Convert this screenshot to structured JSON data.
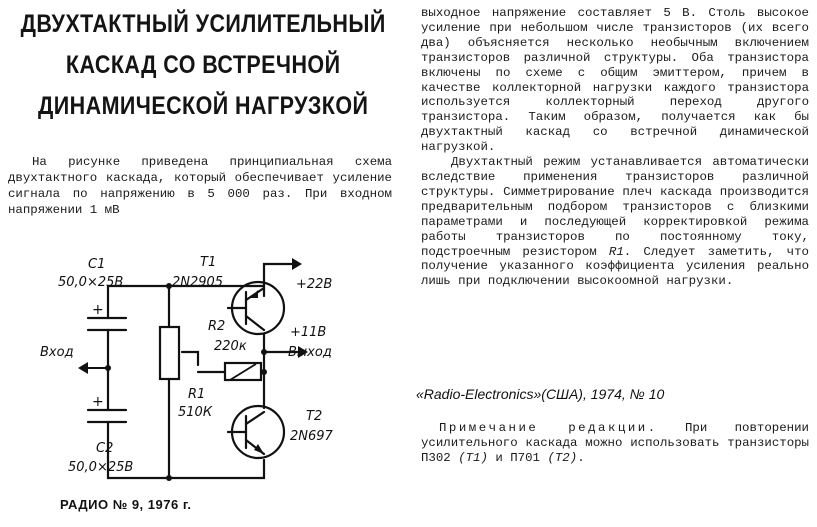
{
  "title": {
    "line1": "ДВУХТАКТНЫЙ УСИЛИТЕЛЬНЫЙ",
    "line2": "КАСКАД СО ВСТРЕЧНОЙ",
    "line3": "ДИНАМИЧЕСКОЙ НАГРУЗКОЙ"
  },
  "intro": "На рисунке приведена принципиальная схема двухтактного каскада, который обеспечивает усиление сигнала по напряжению в 5 000 раз. При входном напряжении 1 мВ",
  "right_column": {
    "para1": "выходное напряжение составляет 5 В. Столь высокое усиление при небольшом числе транзисторов (их всего два) объясняется несколько необычным включением транзисторов различной структуры. Оба транзистора включены по схеме с общим эмиттером, причем в качестве коллекторной нагрузки каждого транзистора используется коллекторный переход другого транзистора. Таким образом, получается как бы двухтактный каскад со встречной динамической нагрузкой.",
    "para2_start": "Двухтактный режим устанавливается автоматически вследствие применения транзисторов различной структуры. Симметрирование плеч каскада производится предварительным подбором транзисторов с близкими параметрами и последующей корректировкой режима работы транзисторов по постоянному току, подстроечным резистором ",
    "para2_r1": "R1",
    "para2_end": ". Следует заметить, что получение указанного коэффициента усиления реально лишь при подключении высокоомной нагрузки."
  },
  "citation": "«Radio-Electronics»(США), 1974, № 10",
  "note": {
    "heading": "Примечание редакции.",
    "text_a": " При повторении усилительного каскада можно использовать транзисторы П302 ",
    "t1": "(T1)",
    "text_b": " и П701 ",
    "t2": "(T2)",
    "text_c": "."
  },
  "footer": "РАДИО № 9, 1976 г.",
  "schematic": {
    "c1_name": "C1",
    "c1_value": "50,0×25В",
    "c2_name": "C2",
    "c2_value": "50,0×25В",
    "t1_name": "T1",
    "t1_type": "2N2905",
    "t2_name": "T2",
    "t2_type": "2N697",
    "r2_name": "R2",
    "r2_value": "220к",
    "r1_name": "R1",
    "r1_value": "510К",
    "plus22": "+22В",
    "plus11": "+11В",
    "input_label": "Вход",
    "output_label": "Выход"
  }
}
